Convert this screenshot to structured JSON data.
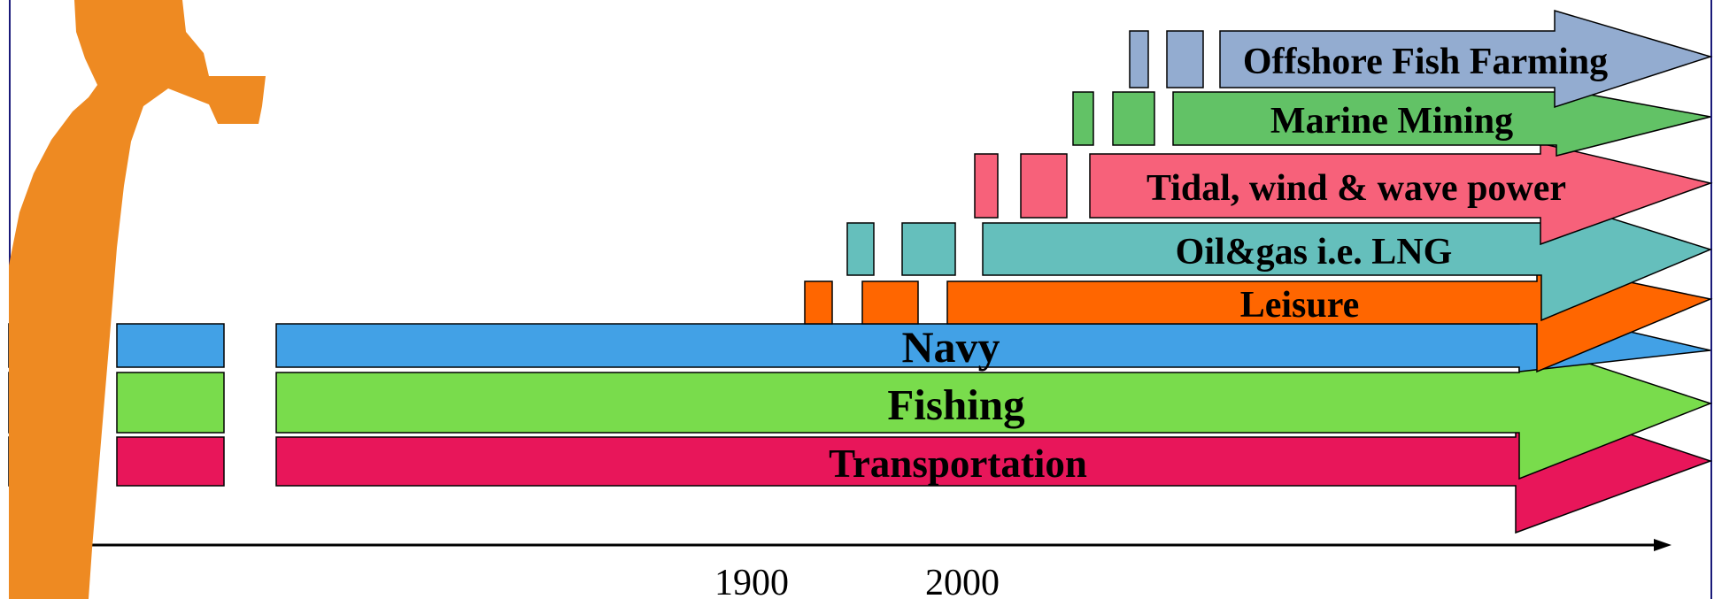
{
  "diagram": {
    "layers": [
      {
        "key": "offshore_fish_farming",
        "label": "Offshore Fish Farming",
        "color": "#93acd0"
      },
      {
        "key": "marine_mining",
        "label": "Marine Mining",
        "color": "#62c266"
      },
      {
        "key": "tidal_wind_wave",
        "label": "Tidal, wind & wave power",
        "color": "#f7617a"
      },
      {
        "key": "oil_gas",
        "label": "Oil&gas i.e. LNG",
        "color": "#65bfbc"
      },
      {
        "key": "leisure",
        "label": "Leisure",
        "color": "#ff6600"
      },
      {
        "key": "navy",
        "label": "Navy",
        "color": "#42a1e6"
      },
      {
        "key": "fishing",
        "label": "Fishing",
        "color": "#79dc4c"
      },
      {
        "key": "transportation",
        "label": "Transportation",
        "color": "#e8165a"
      }
    ],
    "timeline": {
      "ticks": [
        "1900",
        "2000"
      ]
    },
    "break_marker_color": "#ee8a22",
    "frame_color": "#1a1a7a"
  }
}
